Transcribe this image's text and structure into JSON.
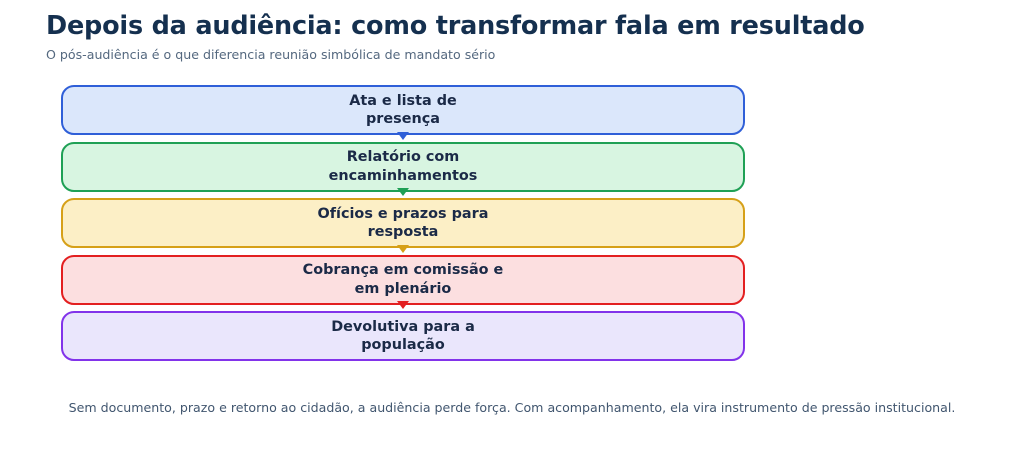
{
  "header": {
    "title": "Depois da audiência: como transformar fala em resultado",
    "subtitle": "O pós-audiência é o que diferencia reunião simbólica de mandato sério",
    "title_color": "#15304f",
    "subtitle_color": "#54687f"
  },
  "flow": {
    "type": "vertical-flow",
    "steps": [
      {
        "label": "Ata e lista de\npresença",
        "fill": "#dbe7fb",
        "border": "#2f5fd8",
        "arrow": "#2f5fd8",
        "has_arrow": true
      },
      {
        "label": "Relatório com\nencaminhamentos",
        "fill": "#d8f5e1",
        "border": "#1fa055",
        "arrow": "#1fa055",
        "has_arrow": true
      },
      {
        "label": "Ofícios e prazos para\nresposta",
        "fill": "#fcefc6",
        "border": "#d6a018",
        "arrow": "#d6a018",
        "has_arrow": true
      },
      {
        "label": "Cobrança em comissão e\nem plenário",
        "fill": "#fcdfe0",
        "border": "#e31f20",
        "arrow": "#e31f20",
        "has_arrow": true
      },
      {
        "label": "Devolutiva para a\npopulação",
        "fill": "#eae6fc",
        "border": "#8233ea",
        "arrow": "#8233ea",
        "has_arrow": false
      }
    ],
    "label_color": "#1b2a47"
  },
  "footer": {
    "note": "Sem documento, prazo e retorno ao cidadão, a audiência perde força. Com acompanhamento, ela vira instrumento de pressão institucional.",
    "color": "#41566f"
  },
  "canvas": {
    "background": "#ffffff"
  }
}
